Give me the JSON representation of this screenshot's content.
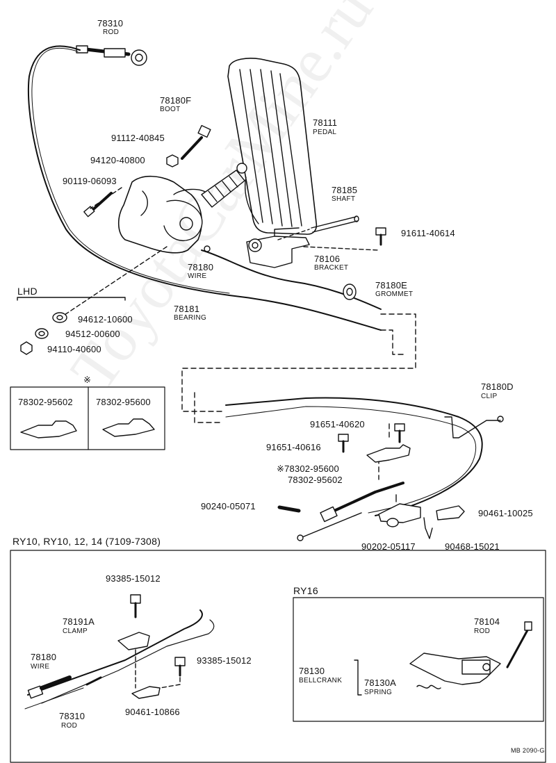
{
  "watermark": "ToyotaCarMine.ru",
  "labels": {
    "p78310_top": "78310",
    "rod_top": "ROD",
    "p78180f": "78180F",
    "boot": "BOOT",
    "p91112": "91112-40845",
    "p94120": "94120-40800",
    "p90119": "90119-06093",
    "p78111": "78111",
    "pedal": "PEDAL",
    "p78185": "78185",
    "shaft": "SHAFT",
    "p91611": "91611-40614",
    "p78106": "78106",
    "bracket": "BRACKET",
    "p78180_mid": "78180",
    "wire_mid": "WIRE",
    "p78181": "78181",
    "bearing": "BEARING",
    "p78180e": "78180E",
    "grommet": "GROMMET",
    "lhd": "LHD",
    "p94612": "94612-10600",
    "p94512": "94512-00600",
    "p94110": "94110-40600",
    "asterisk": "※",
    "box_left": "78302-95602",
    "box_right": "78302-95600",
    "p78180d": "78180D",
    "clip": "CLIP",
    "p91651_620": "91651-40620",
    "p91651_616": "91651-40616",
    "p78302_600": "※78302-95600",
    "p78302_602": "78302-95602",
    "p90240": "90240-05071",
    "p90461_025": "90461-10025",
    "p90202": "90202-05117",
    "p90468": "90468-15021",
    "ry10_header": "RY10,  RY10, 12, 14  (7109-7308)",
    "p93385_a": "93385-15012",
    "p78191a": "78191A",
    "clamp": "CLAMP",
    "p78180_bot": "78180",
    "wire_bot": "WIRE",
    "p93385_b": "93385-15012",
    "p78310_bot": "78310",
    "rod_bot": "ROD",
    "p90461_866": "90461-10866",
    "ry16_header": "RY16",
    "p78104": "78104",
    "rod_ry16": "ROD",
    "p78130": "78130",
    "bellcrank": "BELLCRANK",
    "p78130a": "78130A",
    "spring": "SPRING",
    "footer": "MB  2090-G"
  }
}
